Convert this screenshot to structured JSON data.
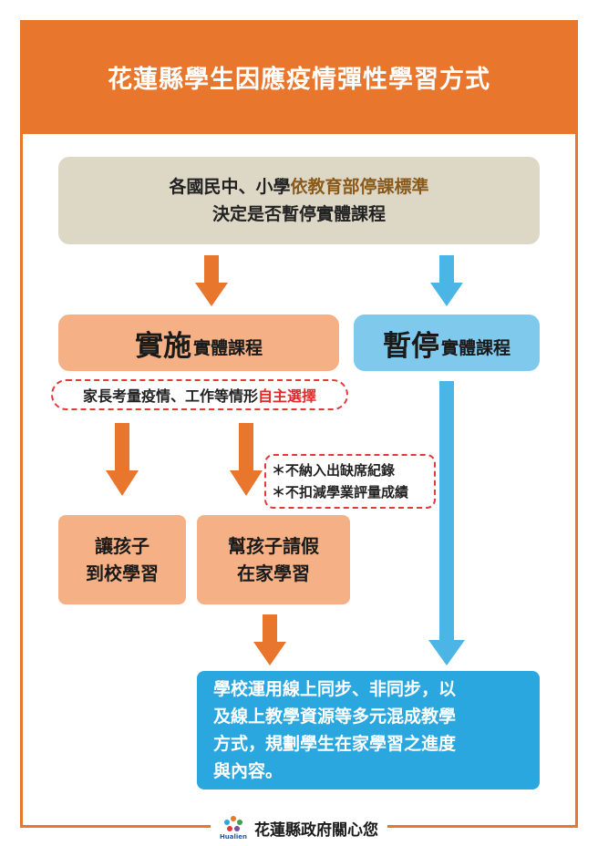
{
  "header": {
    "title": "花蓮縣學生因應疫情彈性學習方式"
  },
  "criteria": {
    "line1_prefix": "各國民中、小學",
    "line1_highlight": "依教育部停課標準",
    "line2": "決定是否暫停實體課程"
  },
  "implement": {
    "big": "實施",
    "small": "實體課程"
  },
  "suspend": {
    "big": "暫停",
    "small": "實體課程"
  },
  "parent_choice": {
    "prefix": "家長考量疫情、工作等情形",
    "highlight": "自主選擇"
  },
  "note": {
    "line1": "＊不納入出缺席紀錄",
    "line2": "＊不扣減學業評量成績"
  },
  "child_school": {
    "line1": "讓孩子",
    "line2": "到校學習"
  },
  "child_home": {
    "line1": "幫孩子請假",
    "line2": "在家學習"
  },
  "school_plan": {
    "line1": "學校運用線上同步、非同步，以",
    "line2": "及線上教學資源等多元混成教學",
    "line3": "方式，規劃學生在家學習之進度",
    "line4": "與內容。"
  },
  "footer": {
    "text": "花蓮縣政府關心您",
    "logo_text": "Hualien"
  },
  "colors": {
    "orange": "#e8762d",
    "light_orange": "#f5b185",
    "beige": "#ddd7c5",
    "light_blue": "#7ec9ec",
    "blue": "#2ba7e0",
    "red": "#e23a3a",
    "brown": "#8a5a1c"
  }
}
